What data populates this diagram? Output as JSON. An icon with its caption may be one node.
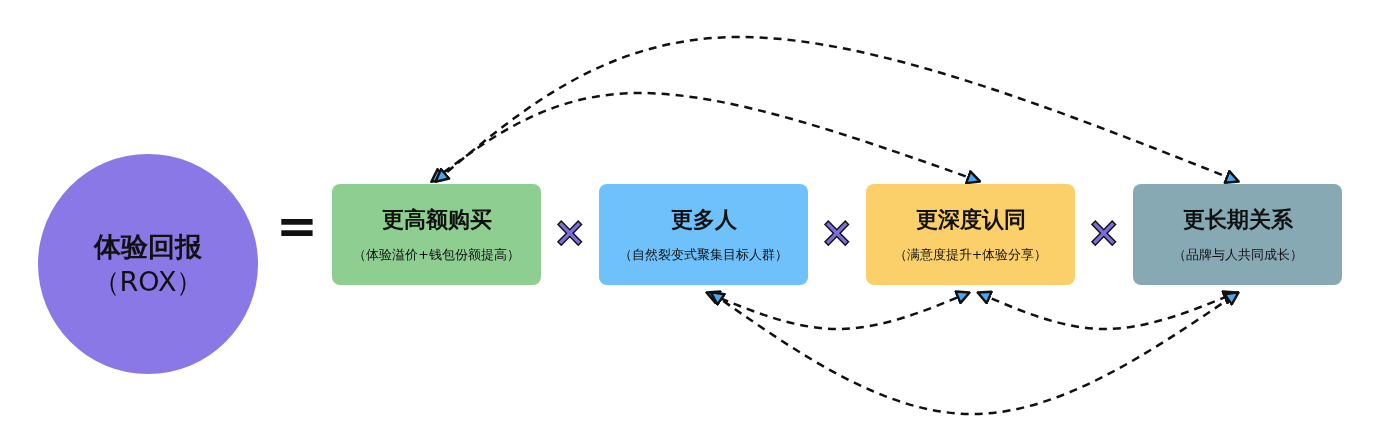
{
  "diagram": {
    "nodes": [
      {
        "text": [
          "体验回报",
          "（ROX）"
        ]
      },
      {
        "text": [
          "更高额购买",
          "（体验溢价+钱包份额提高）"
        ]
      },
      {
        "text": [
          "更多人",
          "（自然裂变式聚集目标人群）"
        ]
      },
      {
        "text": [
          "更深度认同",
          "（满意度提升+体验分享）"
        ]
      },
      {
        "text": [
          "更长期关系",
          "（品牌与人共同成长）"
        ]
      }
    ],
    "edges": [
      {
        "from": 1,
        "to": 3,
        "arrow": "both",
        "style": "dashed"
      },
      {
        "from": 1,
        "to": 4,
        "arrow": "both",
        "style": "dashed"
      },
      {
        "from": 2,
        "to": 3,
        "arrow": "both",
        "style": "dashed"
      },
      {
        "from": 3,
        "to": 4,
        "arrow": "both",
        "style": "dashed"
      },
      {
        "from": 2,
        "to": 4,
        "arrow": "both",
        "style": "dashed"
      }
    ],
    "labels": [
      "=",
      "×",
      "×",
      "×"
    ]
  }
}
